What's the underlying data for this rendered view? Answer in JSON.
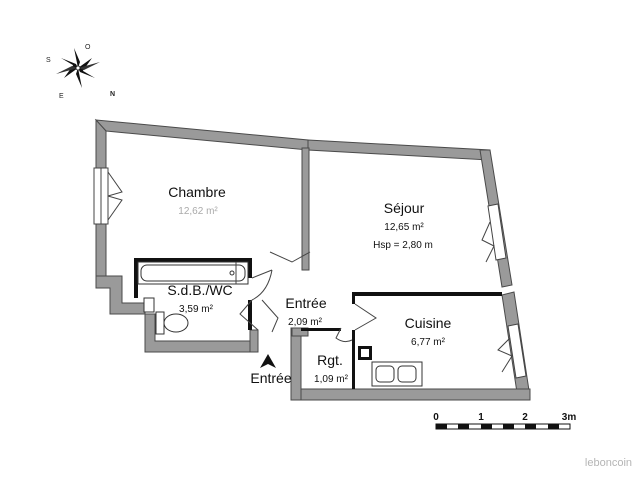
{
  "compass": {
    "letters": [
      "O",
      "S",
      "E",
      "N"
    ]
  },
  "rooms": {
    "chambre": {
      "name": "Chambre",
      "area": "12,62 m²"
    },
    "sejour": {
      "name": "Séjour",
      "area": "12,65 m²",
      "height": "Hsp = 2,80 m"
    },
    "sdb": {
      "name": "S.d.B./WC",
      "area": "3,59 m²"
    },
    "entree": {
      "name": "Entrée",
      "area": "2,09 m²"
    },
    "cuisine": {
      "name": "Cuisine",
      "area": "6,77 m²"
    },
    "rgt": {
      "name": "Rgt.",
      "area": "1,09 m²"
    }
  },
  "entrance_marker": {
    "label": "Entrée"
  },
  "scale": {
    "ticks": [
      "0",
      "1",
      "2",
      "3m"
    ]
  },
  "watermark": "leboncoin",
  "colors": {
    "wall": "#9a9a9a",
    "wall_outline": "#4a4a4a",
    "text": "#111111"
  }
}
